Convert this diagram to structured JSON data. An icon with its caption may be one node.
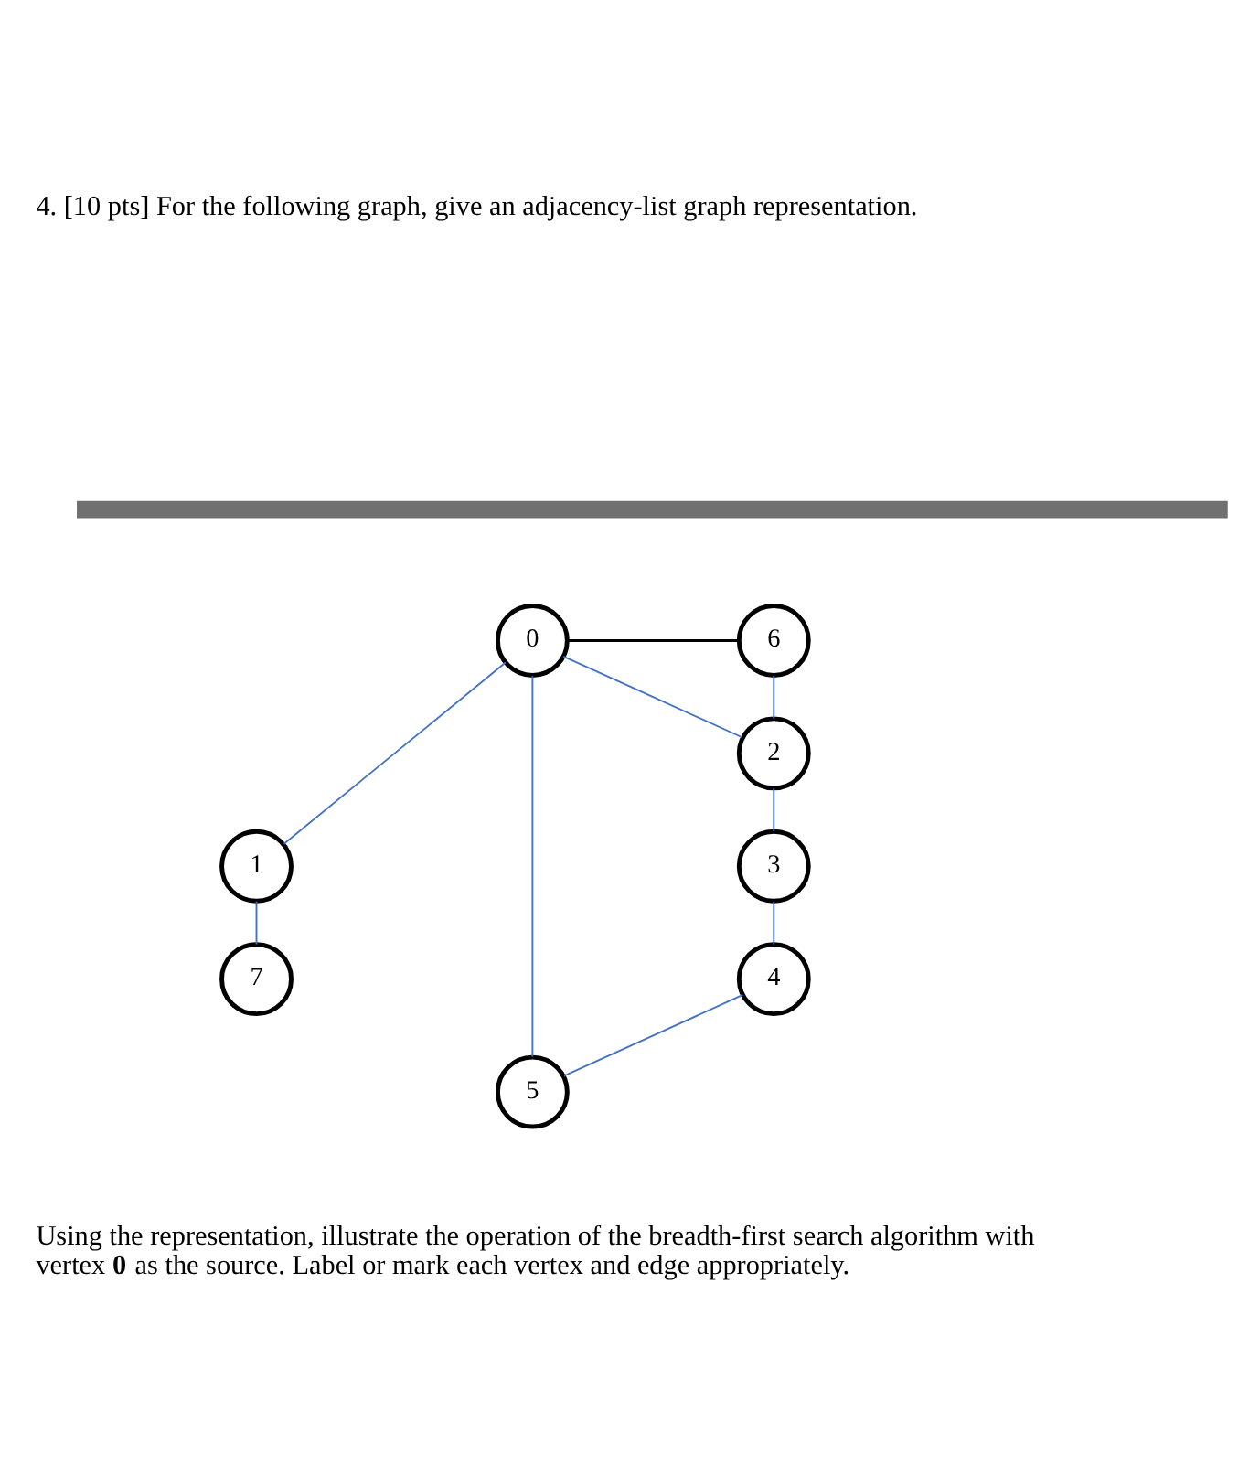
{
  "diagram": {
    "title": "4. [10 pts] For the following graph, give an adjacency-list graph representation.",
    "caption": "Using the representation, illustrate the operation of the breadth-first search algorithm with vertex **0** as the source. Label or mark each vertex and edge appropriately.",
    "nodes": [
      {
        "text": [
          "0"
        ]
      },
      {
        "text": [
          "6"
        ]
      },
      {
        "text": [
          "2"
        ]
      },
      {
        "text": [
          "1"
        ]
      },
      {
        "text": [
          "3"
        ]
      },
      {
        "text": [
          "7"
        ]
      },
      {
        "text": [
          "4"
        ]
      },
      {
        "text": [
          "5"
        ]
      }
    ],
    "edges": [
      {
        "from": 0,
        "to": 1,
        "arrow": "none",
        "color": "#000000"
      },
      {
        "from": 0,
        "to": 2,
        "arrow": "none"
      },
      {
        "from": 1,
        "to": 2,
        "arrow": "none"
      },
      {
        "from": 0,
        "to": 3,
        "arrow": "none"
      },
      {
        "from": 0,
        "to": 7,
        "arrow": "none"
      },
      {
        "from": 3,
        "to": 5,
        "arrow": "none"
      },
      {
        "from": 2,
        "to": 4,
        "arrow": "none"
      },
      {
        "from": 4,
        "to": 6,
        "arrow": "none"
      },
      {
        "from": 7,
        "to": 6,
        "arrow": "none"
      }
    ]
  }
}
